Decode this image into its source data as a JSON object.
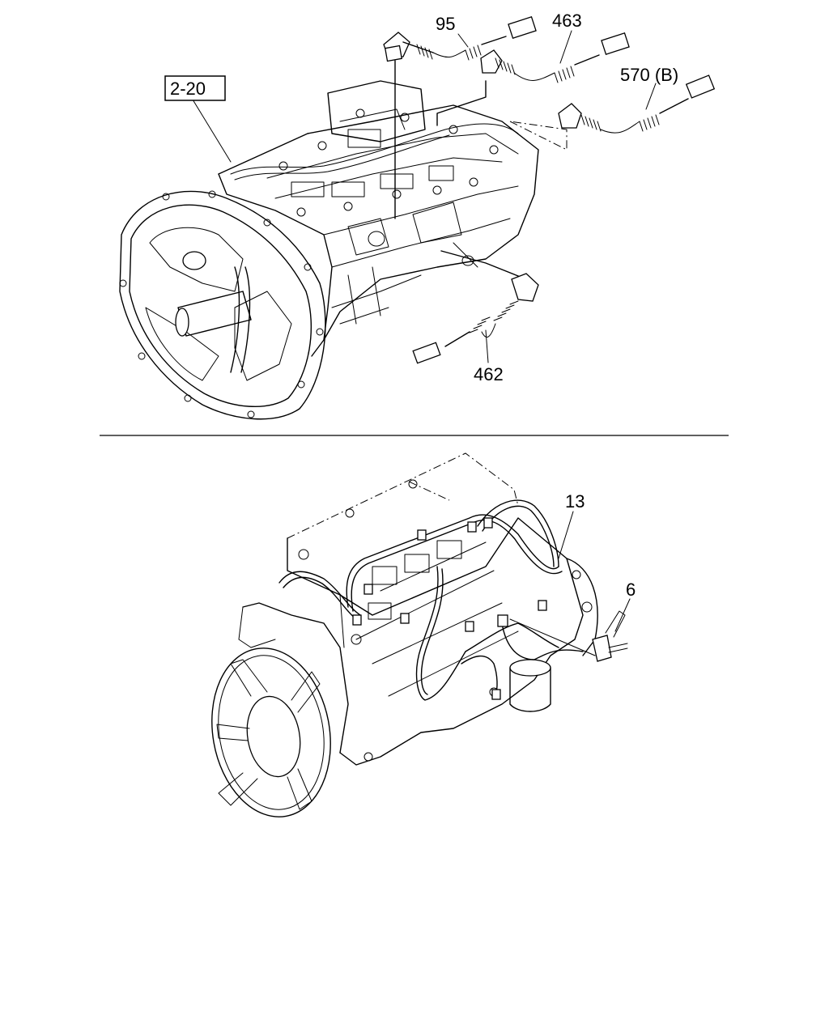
{
  "callouts": {
    "ref_2_20": "2-20",
    "p95": "95",
    "p463": "463",
    "p570b": "570 (B)",
    "p462": "462",
    "p13": "13",
    "p6": "6"
  }
}
